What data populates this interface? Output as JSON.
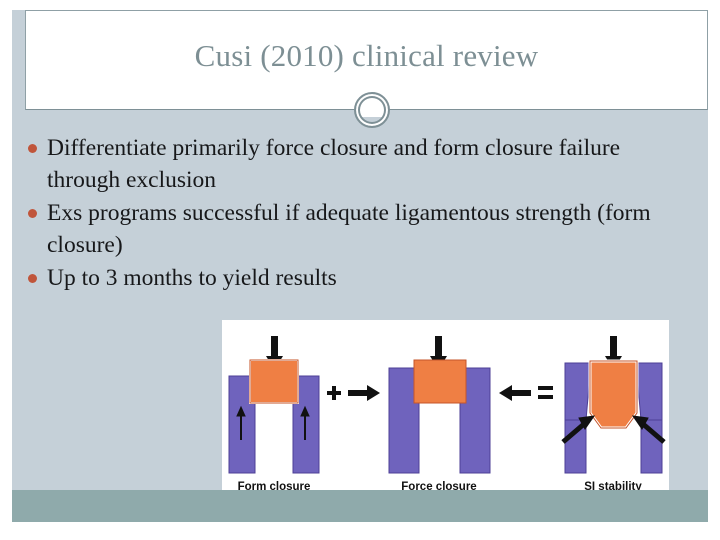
{
  "slide": {
    "title": "Cusi (2010) clinical review",
    "colors": {
      "title_text": "#7d8f94",
      "body_background": "#c5d0d8",
      "header_background": "#ffffff",
      "footer_bar": "#8faaab",
      "bullet_marker": "#c0553b",
      "body_text": "#17181a",
      "divider_line": "#7e9096",
      "diagram_purple": "#6f63bd",
      "diagram_orange": "#ef7f44"
    },
    "bullets": [
      "Differentiate primarily force closure and form closure failure through exclusion",
      "Exs programs successful if adequate ligamentous strength (form closure)",
      "Up to 3 months to yield results"
    ],
    "figure": {
      "caption_labels": [
        "Form closure",
        "Force closure",
        "SI stability"
      ],
      "operators": [
        "+",
        "→",
        "←",
        "="
      ],
      "panels": [
        {
          "label": "Form closure",
          "block_shape": "rectangle",
          "vertical_load_arrow": "down",
          "side_arrows": [
            "up",
            "up"
          ]
        },
        {
          "label": "Force closure",
          "block_shape": "rectangle",
          "vertical_load_arrow": "down",
          "side_arrows": [
            "right-inward",
            "left-inward"
          ]
        },
        {
          "label": "SI stability",
          "block_shape": "wedge",
          "vertical_load_arrow": "down",
          "side_arrows": [
            "diagonal-inward",
            "diagonal-inward"
          ]
        }
      ]
    }
  }
}
